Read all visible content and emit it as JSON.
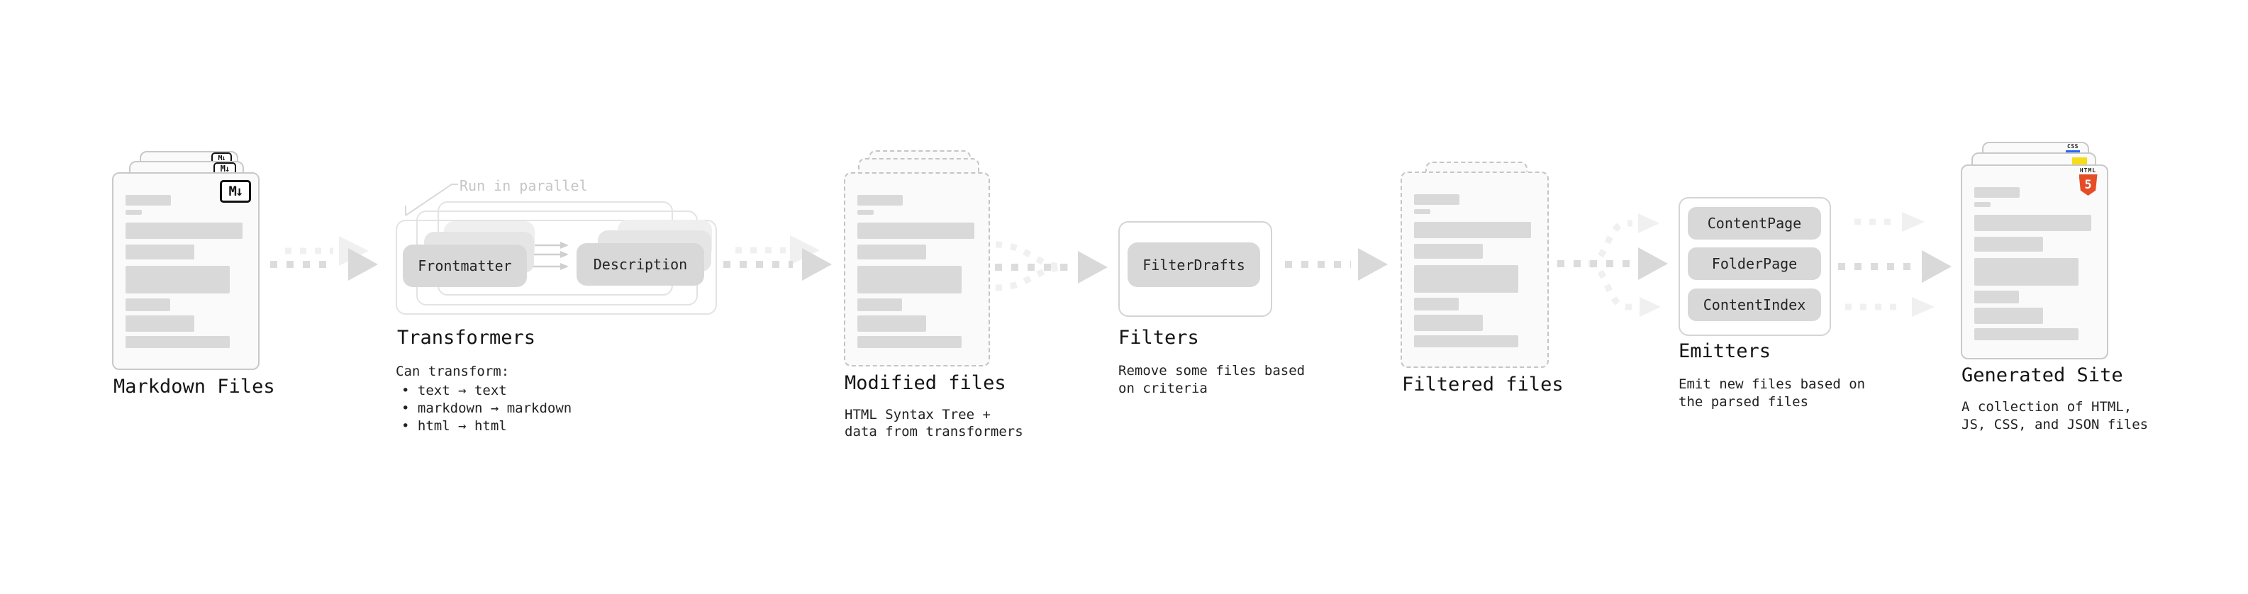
{
  "stages": {
    "markdown": {
      "label": "Markdown Files",
      "badge": "M↓"
    },
    "transformers": {
      "annotation": "Run in parallel",
      "pill_frontmatter": "Frontmatter",
      "pill_description": "Description",
      "title": "Transformers",
      "subtitle": "Can transform:",
      "bullets": [
        "• text → text",
        "• markdown → markdown",
        "• html → html"
      ]
    },
    "modified": {
      "label": "Modified files",
      "description": [
        "HTML Syntax Tree +",
        "data from transformers"
      ]
    },
    "filters": {
      "pill": "FilterDrafts",
      "title": "Filters",
      "description": [
        "Remove some files based",
        "on criteria"
      ]
    },
    "filtered": {
      "label": "Filtered files"
    },
    "emitters": {
      "pills": [
        "ContentPage",
        "FolderPage",
        "ContentIndex"
      ],
      "title": "Emitters",
      "description": [
        "Emit new files based on",
        "the parsed files"
      ]
    },
    "generated": {
      "label": "Generated Site",
      "description": [
        "A collection of HTML,",
        "JS, CSS, and JSON files"
      ],
      "html5_badge": {
        "word": "HTML",
        "number": "5"
      },
      "css_badge": "CSS"
    }
  },
  "colors": {
    "placeholder_bar": "#d9d9d9",
    "card_border": "#c9c9c9",
    "arrow_main": "#dcdcdc",
    "arrow_ghost": "#f0f0f0",
    "html5_orange": "#e44d26",
    "js_yellow": "#f5de19",
    "css_blue": "#2965f1"
  }
}
